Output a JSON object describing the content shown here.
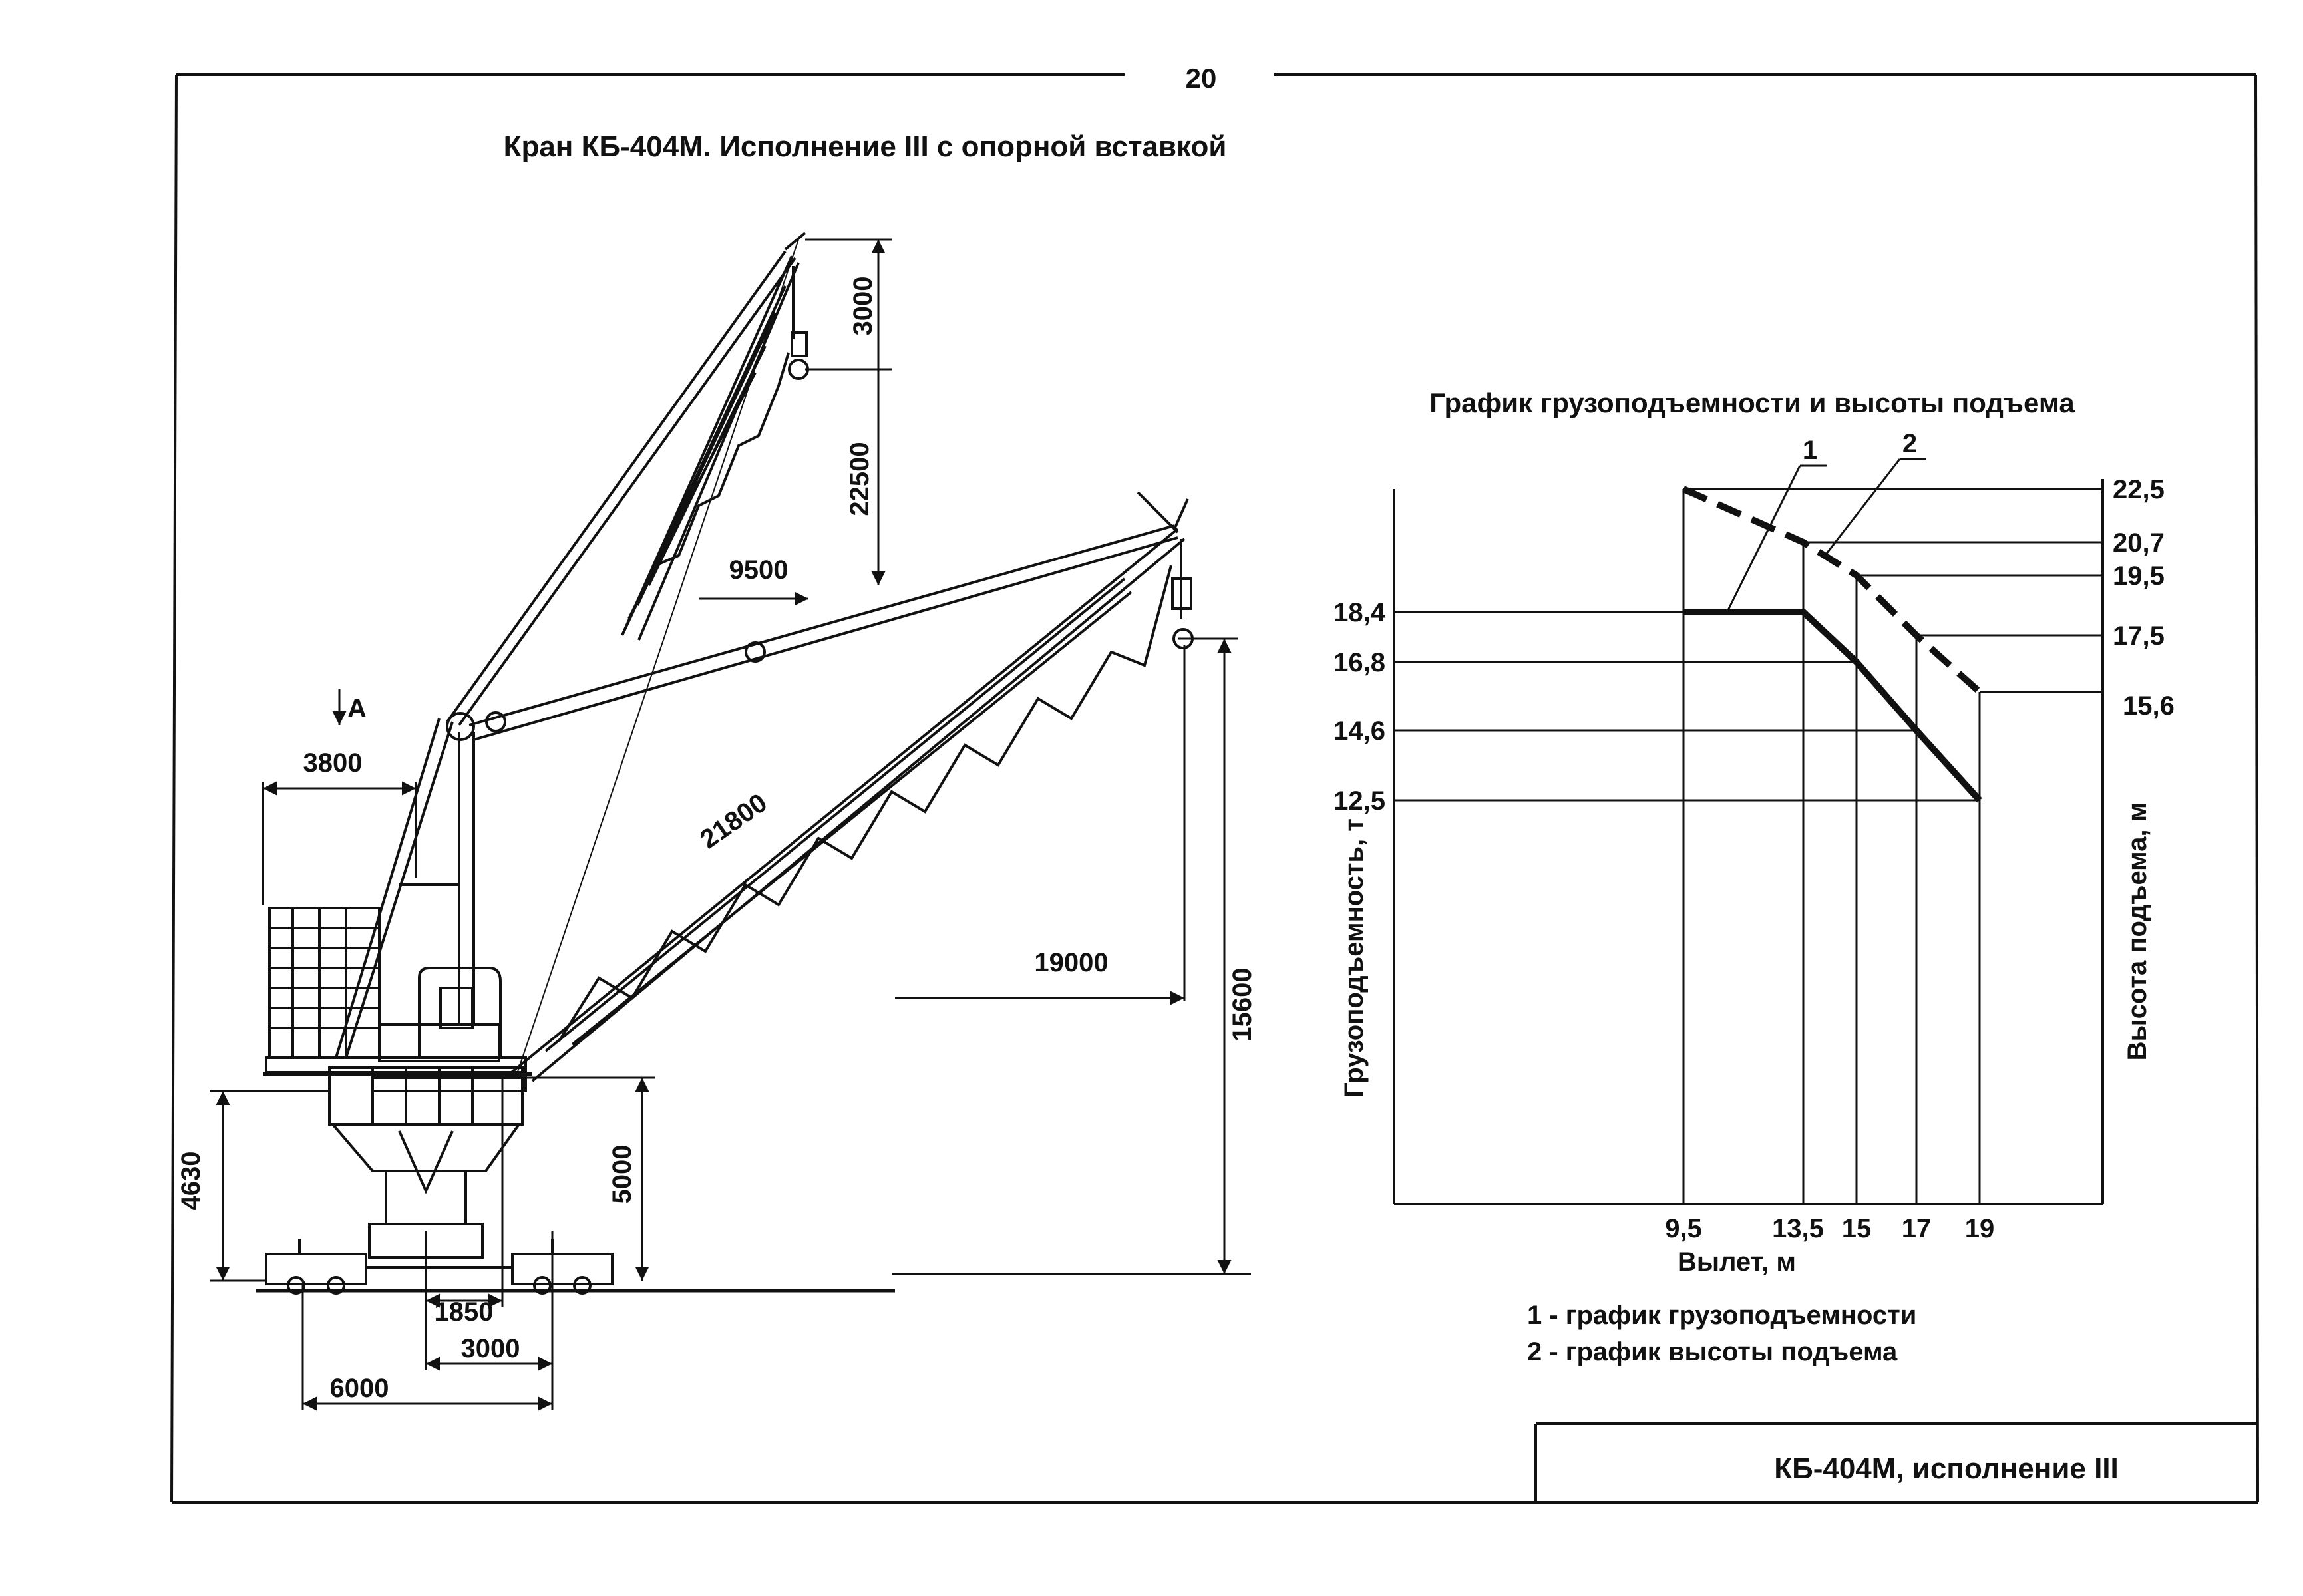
{
  "page_number": "20",
  "title": "Кран КБ-404М. Исполнение III с опорной вставкой",
  "view_marker": "А",
  "dimensions": {
    "top_height": "3000",
    "mid_height": "22500",
    "outreach_short": "9500",
    "tail_radius": "3800",
    "boom_length": "21800",
    "outreach_long": "19000",
    "hook_height_low": "15600",
    "portal_height": "4630",
    "insert_height": "5000",
    "track_inner": "1850",
    "track_gauge": "3000",
    "base_width": "6000"
  },
  "chart_title": "График грузоподъемности и высоты подъема",
  "chart_data": {
    "type": "line",
    "xlabel": "Вылет, м",
    "ylabel_left": "Грузоподъемность, т",
    "ylabel_right": "Высота подъема, м",
    "x_ticks": [
      "9,5",
      "13,5",
      "15",
      "17",
      "19"
    ],
    "left_ticks": [
      "18,4",
      "16,8",
      "14,6",
      "12,5"
    ],
    "right_ticks": [
      "22,5",
      "20,7",
      "19,5",
      "17,5",
      "15,6"
    ],
    "series": [
      {
        "name": "1",
        "style": "solid",
        "points": [
          [
            9.5,
            18.4
          ],
          [
            13.5,
            18.4
          ],
          [
            15,
            16.8
          ],
          [
            17,
            14.6
          ],
          [
            19,
            12.5
          ]
        ]
      },
      {
        "name": "2",
        "style": "dashed",
        "points": [
          [
            9.5,
            22.5
          ],
          [
            13.5,
            20.7
          ],
          [
            15,
            19.5
          ],
          [
            17,
            17.5
          ],
          [
            19,
            15.6
          ]
        ]
      }
    ],
    "legend": [
      {
        "key": "1",
        "label": "1 - график грузоподъемности"
      },
      {
        "key": "2",
        "label": "2 - график высоты подъема"
      }
    ]
  },
  "stamp": "КБ-404М, исполнение III"
}
